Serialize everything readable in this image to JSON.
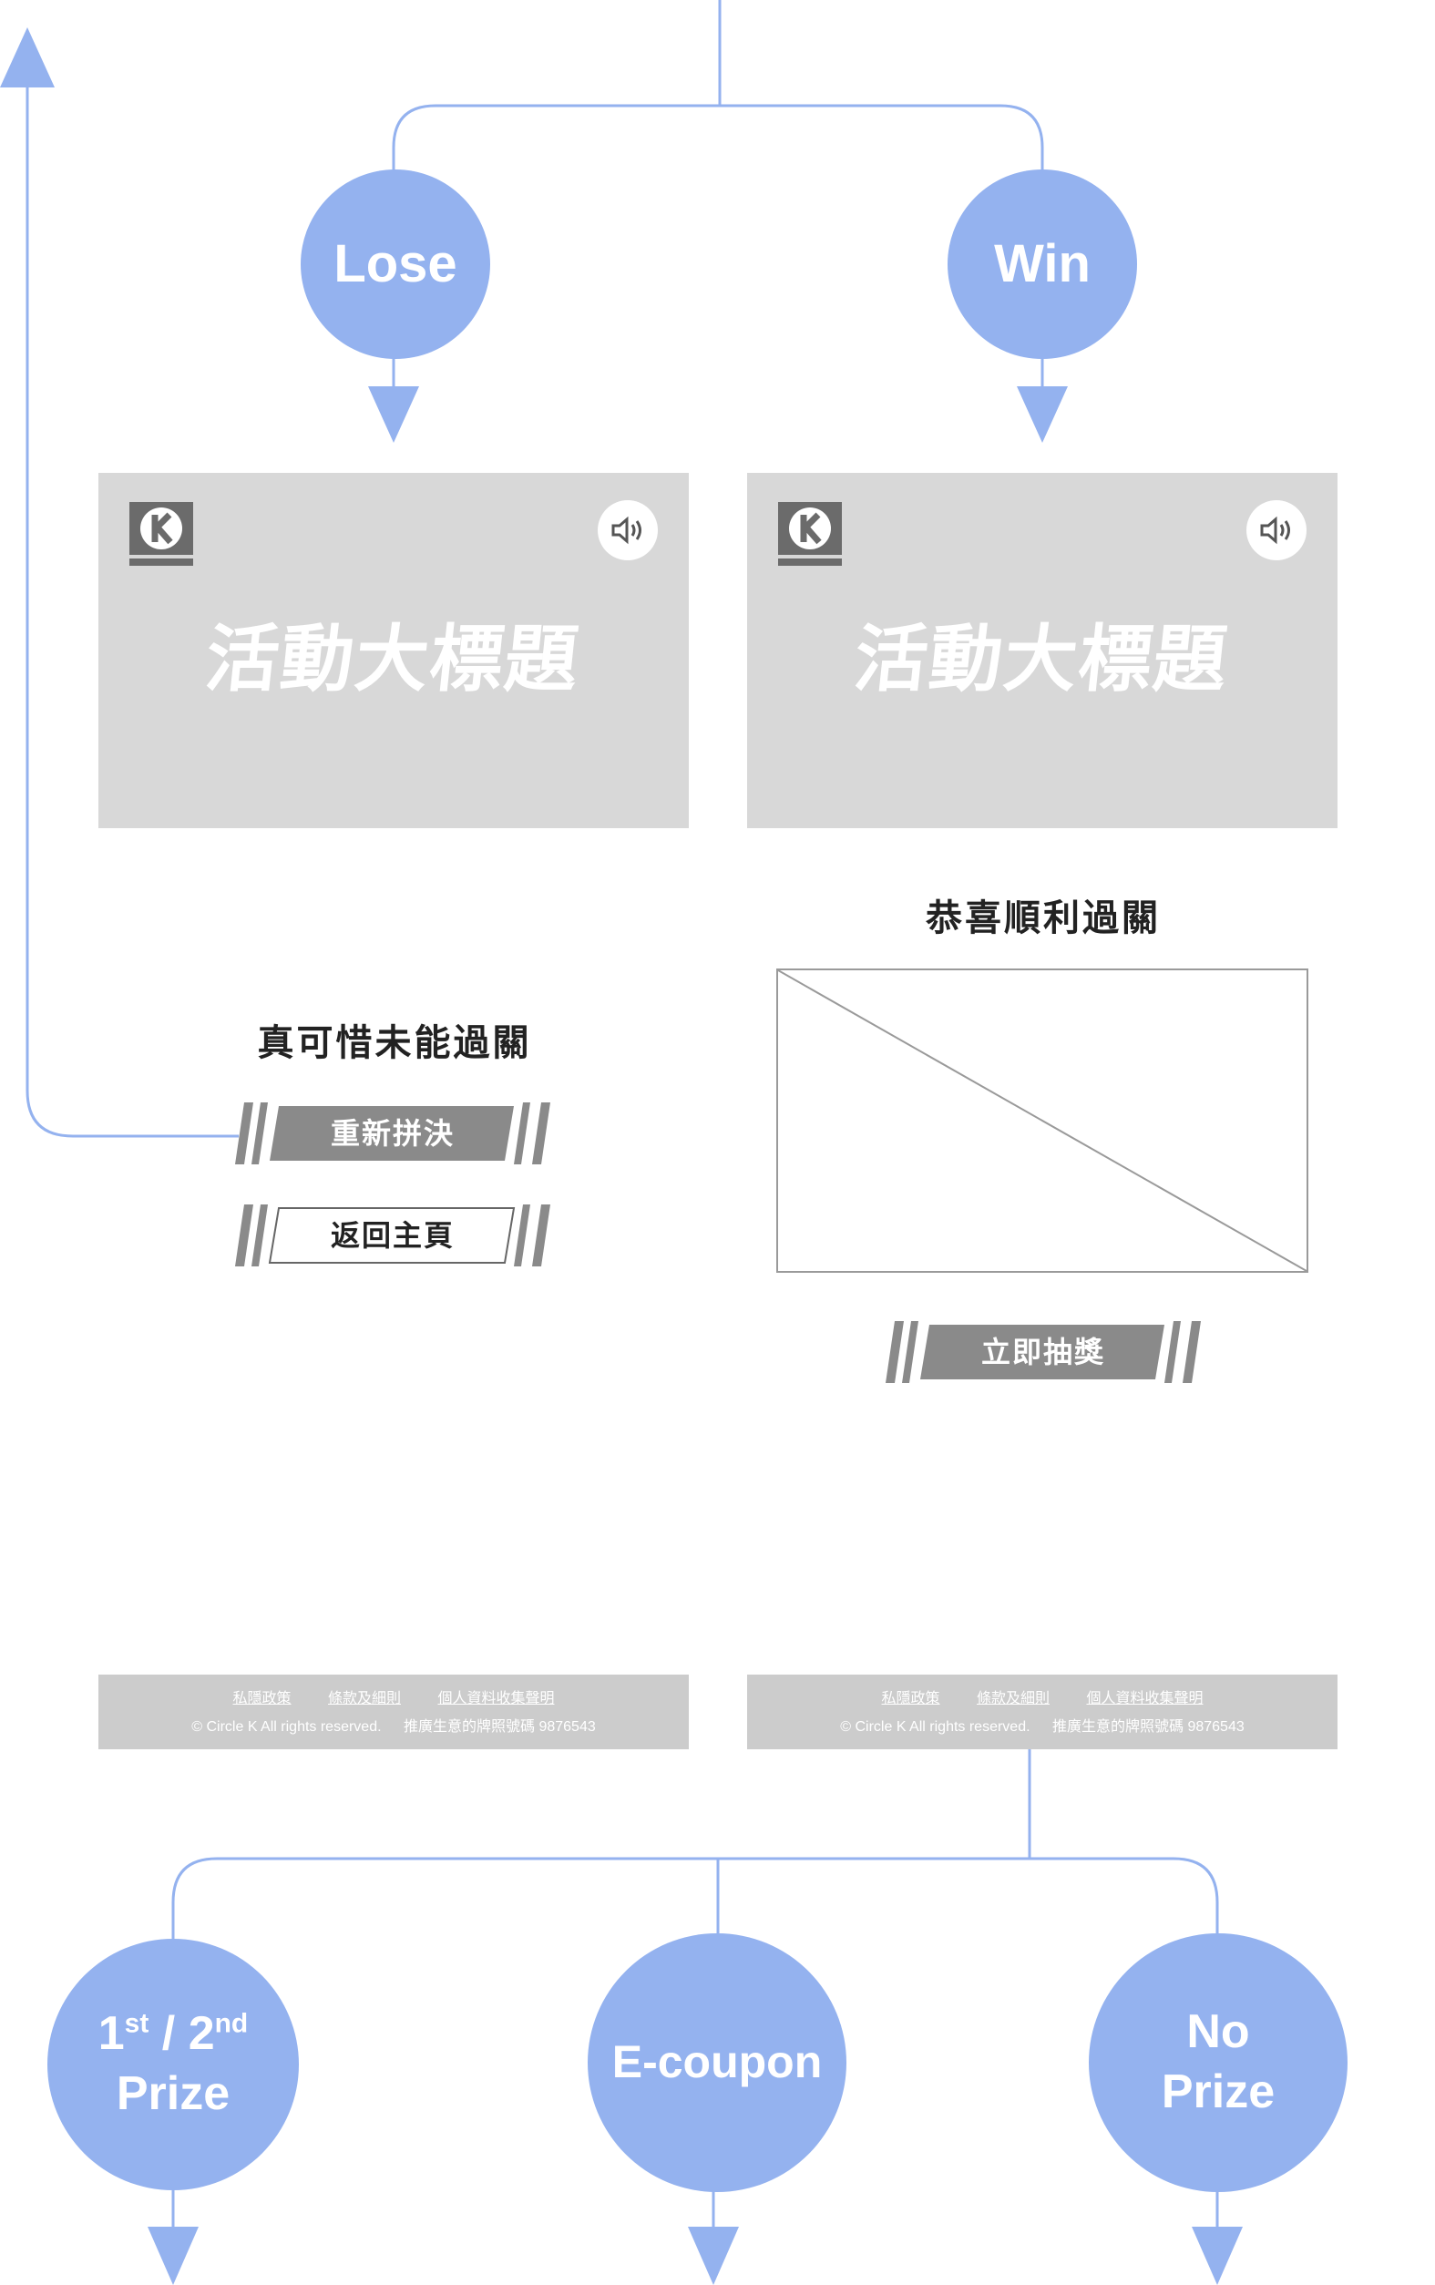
{
  "nodes": {
    "lose": "Lose",
    "win": "Win",
    "prize_first": "1",
    "prize_first_sup": "st",
    "prize_slash": " / ",
    "prize_second": "2",
    "prize_second_sup": "nd",
    "prize_word": "Prize",
    "ecoupon": "E-coupon",
    "no_prize_line1": "No",
    "no_prize_line2": "Prize"
  },
  "screen": {
    "title": "活動大標題",
    "logo_letter": "K"
  },
  "lose_page": {
    "message": "真可惜未能過關",
    "retry_button": "重新拼決",
    "home_button": "返回主頁"
  },
  "win_page": {
    "message": "恭喜順利過關",
    "draw_button": "立即抽獎"
  },
  "footer": {
    "links": [
      "私隱政策",
      "條款及細則",
      "個人資料收集聲明"
    ],
    "copyright": "© Circle K All rights reserved.",
    "license": "推廣生意的牌照號碼 9876543"
  },
  "colors": {
    "node": "#94b2ef",
    "line": "#94b2ef",
    "screen_bg": "#d8d8d8",
    "button_solid": "#8a8a8a",
    "footer_bg": "#cccccc"
  }
}
